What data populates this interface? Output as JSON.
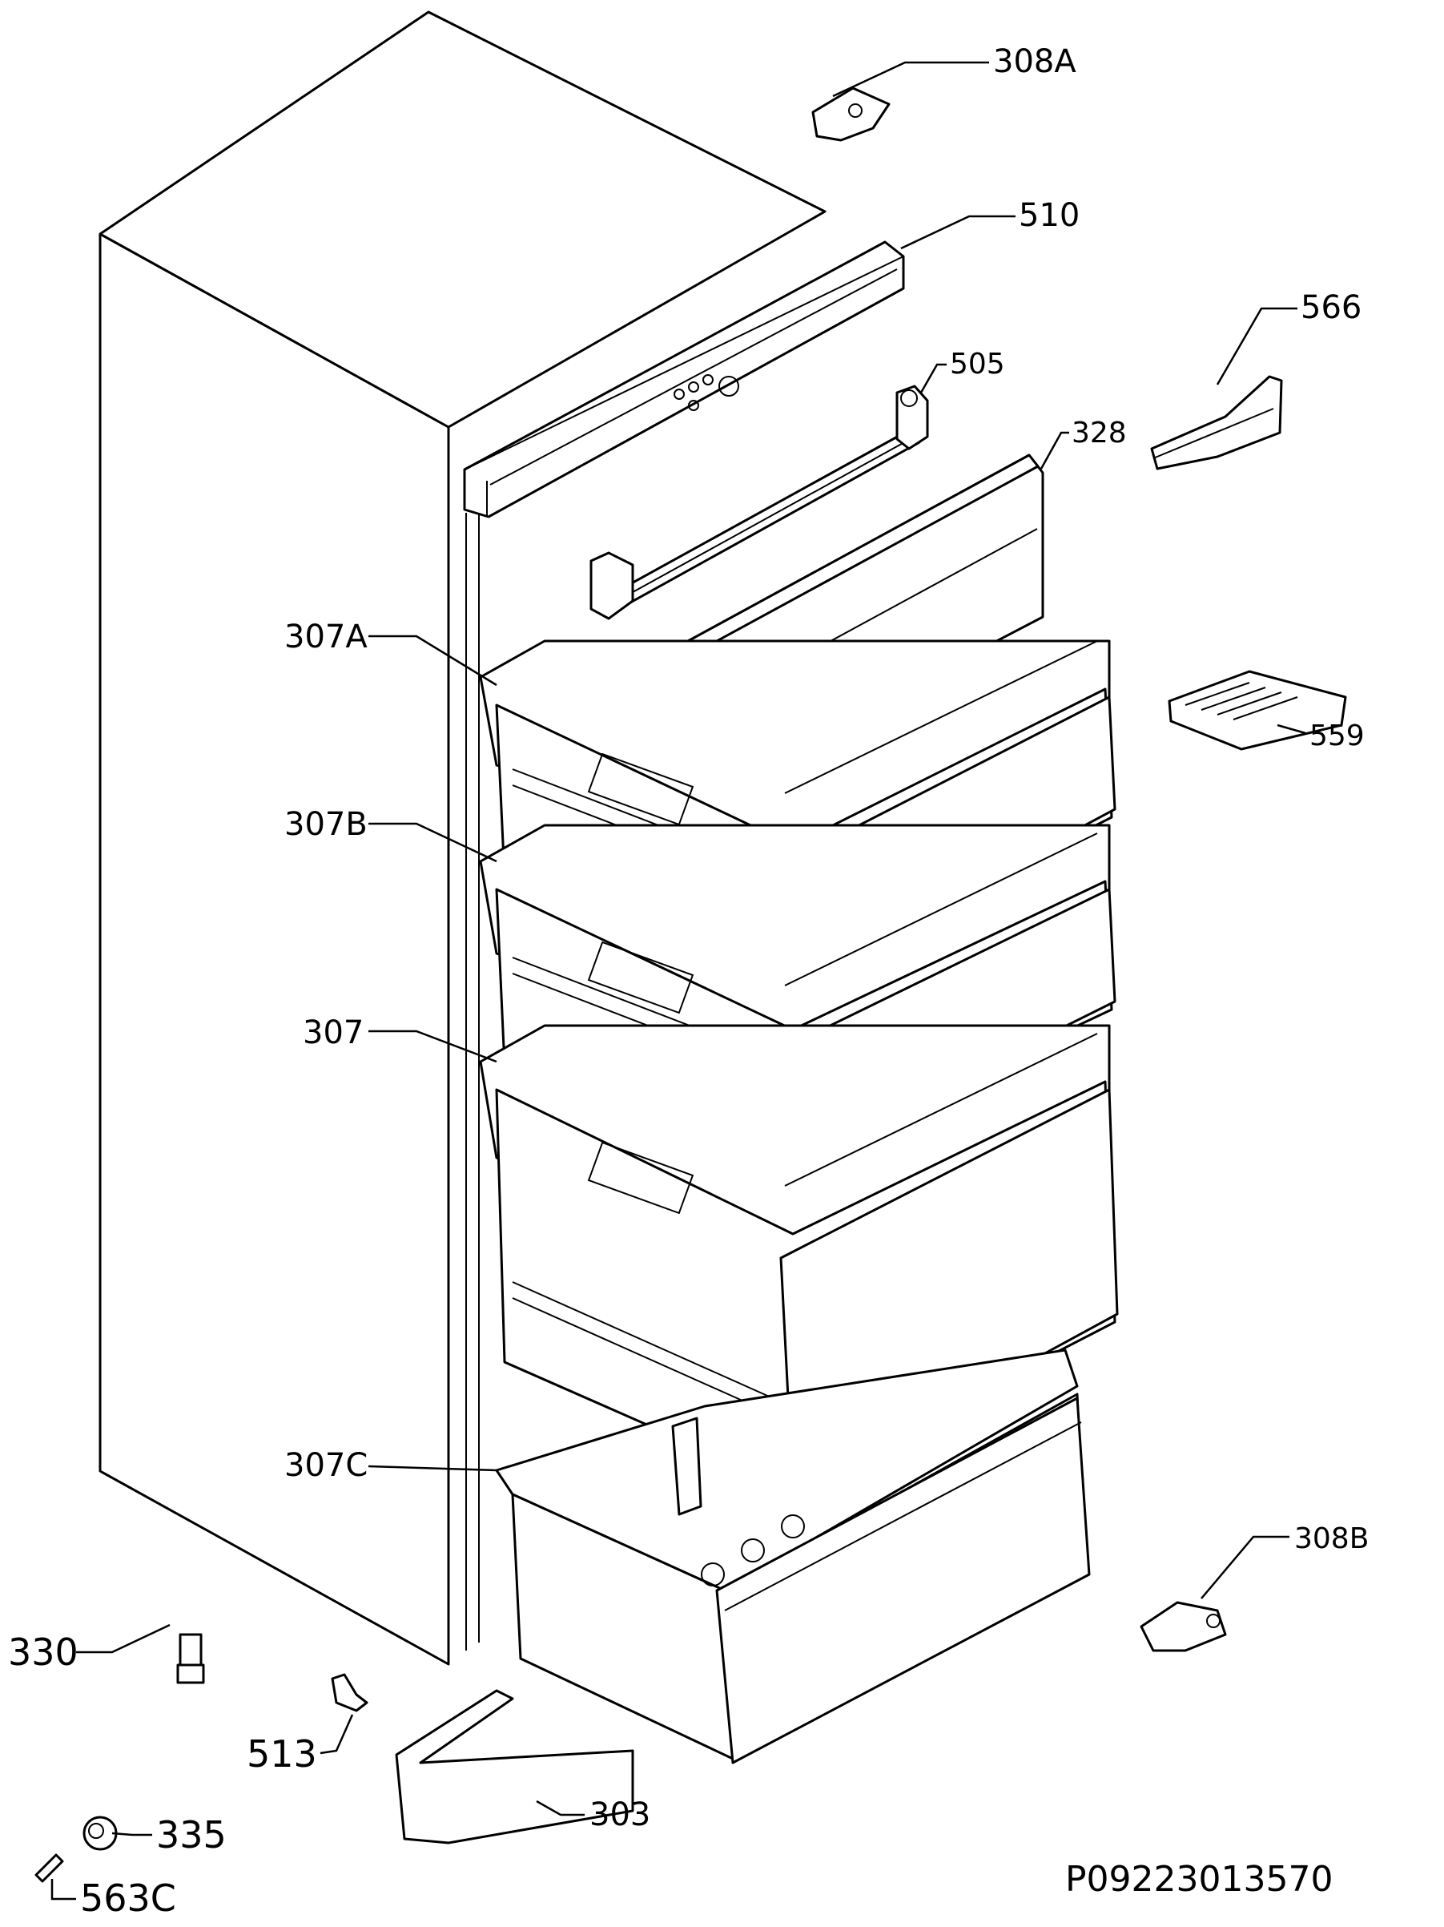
{
  "labels": {
    "l308a": "308A",
    "l510": "510",
    "l566": "566",
    "l505": "505",
    "l328": "328",
    "l307a": "307A",
    "l559": "559",
    "l307b": "307B",
    "l307": "307",
    "l307c": "307C",
    "l308b": "308B",
    "l330": "330",
    "l513": "513",
    "l303": "303",
    "l335": "335",
    "l563c": "563C",
    "code": "P09223013570"
  }
}
